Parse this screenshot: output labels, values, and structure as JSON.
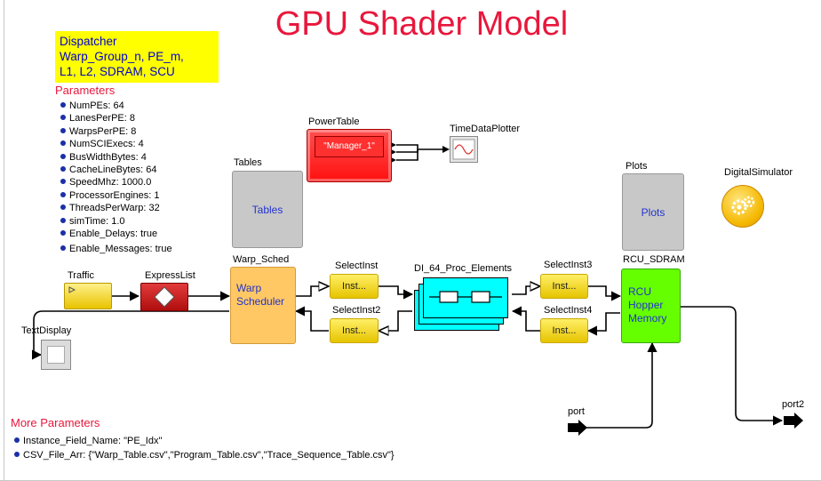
{
  "title": "GPU Shader Model",
  "dispatcher": {
    "line1": "Dispatcher",
    "line2": "Warp_Group_n, PE_m,",
    "line3": "L1, L2, SDRAM, SCU"
  },
  "parameters": {
    "heading": "Parameters",
    "items": [
      "NumPEs: 64",
      "LanesPerPE: 8",
      "WarpsPerPE: 8",
      "NumSCIExecs: 4",
      "BusWidthBytes: 4",
      "CacheLineBytes: 64",
      "SpeedMhz: 1000.0",
      "ProcessorEngines: 1",
      "ThreadsPerWarp: 32",
      "simTime: 1.0",
      "Enable_Delays: true",
      "Enable_Messages: true"
    ]
  },
  "more_parameters": {
    "heading": "More Parameters",
    "items": [
      "Instance_Field_Name: \"PE_Idx\"",
      "CSV_File_Arr: {\"Warp_Table.csv\",\"Program_Table.csv\",\"Trace_Sequence_Table.csv\"}"
    ]
  },
  "blocks": {
    "power_table": {
      "label": "PowerTable",
      "inner": "\"Manager_1\""
    },
    "time_plotter": {
      "label": "TimeDataPlotter"
    },
    "tables": {
      "label": "Tables",
      "inner": "Tables"
    },
    "plots": {
      "label": "Plots",
      "inner": "Plots"
    },
    "digital_simulator": {
      "label": "DigitalSimulator"
    },
    "traffic": {
      "label": "Traffic"
    },
    "express_list": {
      "label": "ExpressList"
    },
    "warp_sched": {
      "label": "Warp_Sched",
      "line1": "Warp",
      "line2": "Scheduler"
    },
    "select_inst": {
      "label": "SelectInst",
      "inner": "Inst..."
    },
    "select_inst2": {
      "label": "SelectInst2",
      "inner": "Inst..."
    },
    "select_inst3": {
      "label": "SelectInst3",
      "inner": "Inst..."
    },
    "select_inst4": {
      "label": "SelectInst4",
      "inner": "Inst..."
    },
    "proc_elements": {
      "label": "DI_64_Proc_Elements"
    },
    "rcu_sdram": {
      "label": "RCU_SDRAM",
      "line1": "RCU",
      "line2": "Hopper",
      "line3": "Memory"
    },
    "text_display": {
      "label": "TextDisplay"
    },
    "port": {
      "label": "port"
    },
    "port2": {
      "label": "port2"
    }
  },
  "colors": {
    "title": "#e8173c",
    "dispatcher_bg": "#ffff00",
    "warp_scheduler": "#ffc864",
    "rcu": "#66ff00",
    "proc_elements": "#00ffff",
    "power_table": "#ff2020"
  }
}
